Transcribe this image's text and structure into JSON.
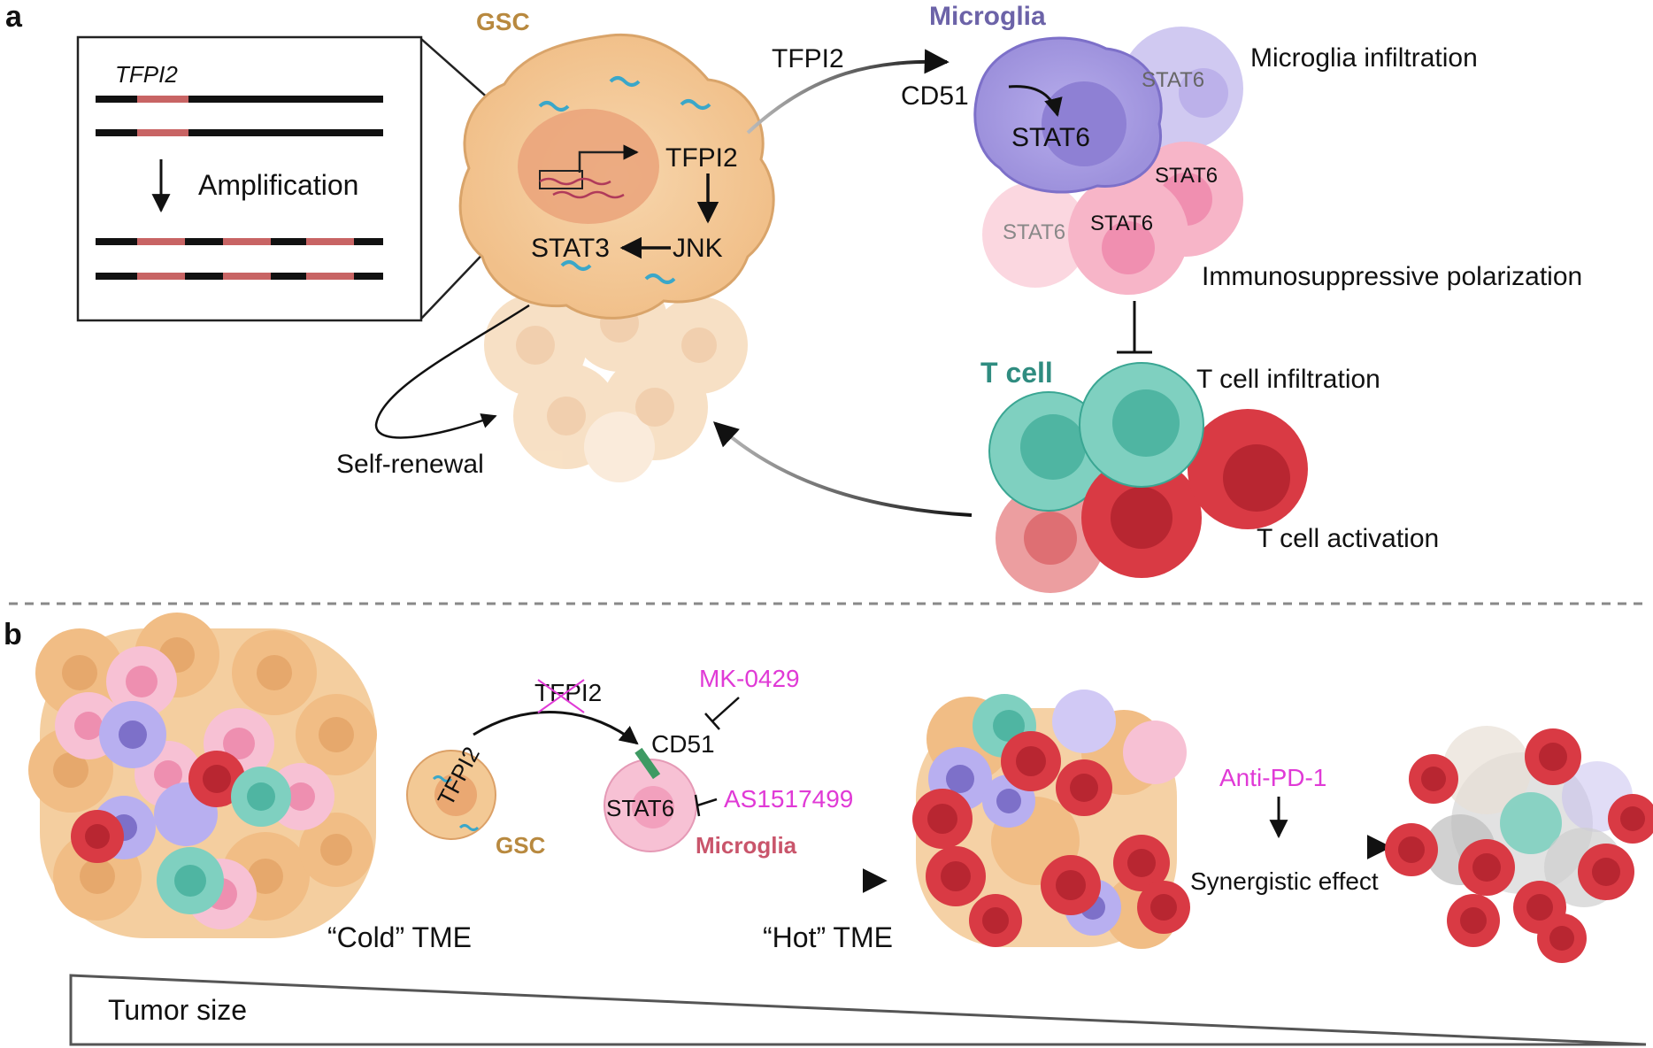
{
  "panels": {
    "a": "a",
    "b": "b"
  },
  "panel_a": {
    "gene_label": "TFPI2",
    "amplification": "Amplification",
    "gsc_label": "GSC",
    "tfpi2_inside": "TFPI2",
    "jnk": "JNK",
    "stat3": "STAT3",
    "self_renewal": "Self-renewal",
    "secreted_tfpi2": "TFPI2",
    "microglia_label": "Microglia",
    "cd51": "CD51",
    "stat6_main": "STAT6",
    "stat6_2": "STAT6",
    "stat6_3": "STAT6",
    "stat6_4": "STAT6",
    "stat6_5": "STAT6",
    "microglia_infiltration": "Microglia infiltration",
    "immunosuppressive": "Immunosuppressive polarization",
    "tcell_label": "T cell",
    "tcell_infiltration": "T cell infiltration",
    "tcell_activation": "T cell activation"
  },
  "panel_b": {
    "tfpi2_knock": "TFPI2",
    "tfpi2_gsc": "TFPI2",
    "gsc_label": "GSC",
    "cd51": "CD51",
    "stat6": "STAT6",
    "microglia_label": "Microglia",
    "drug1": "MK-0429",
    "drug2": "AS1517499",
    "cold_tme": "“Cold” TME",
    "hot_tme": "“Hot” TME",
    "anti_pd1": "Anti-PD-1",
    "synergistic": "Synergistic effect",
    "tumor_size": "Tumor size"
  },
  "colors": {
    "gsc_fill": "#f3c995",
    "gsc_text": "#b8893f",
    "microglia": "#a79be0",
    "microglia_text": "#6c63a8",
    "tcell": "#6cc7b7",
    "tcell_text": "#2f8c80",
    "active_tcell": "#d93a44",
    "drug_text": "#e03ad6",
    "gene_segment": "#c86464"
  }
}
